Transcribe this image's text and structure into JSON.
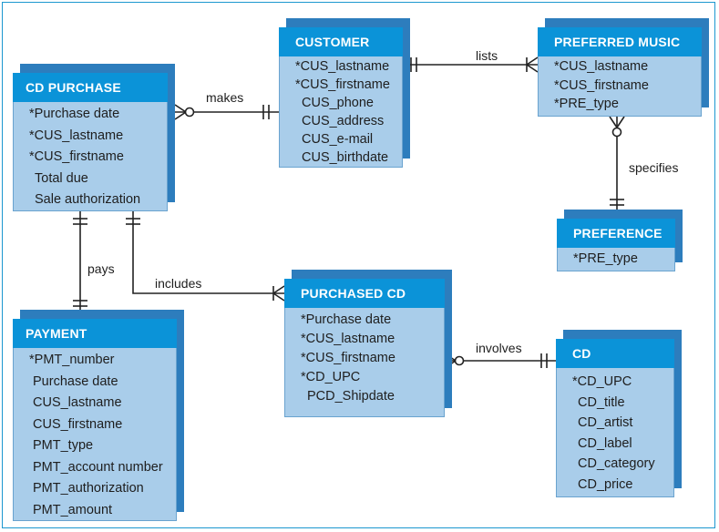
{
  "entities": {
    "cd_purchase": {
      "title": "CD PURCHASE",
      "attributes": [
        "*Purchase date",
        "*CUS_lastname",
        "*CUS_firstname",
        "Total due",
        "Sale authorization"
      ]
    },
    "customer": {
      "title": "CUSTOMER",
      "attributes": [
        "*CUS_lastname",
        "*CUS_firstname",
        "CUS_phone",
        "CUS_address",
        "CUS_e-mail",
        "CUS_birthdate"
      ]
    },
    "preferred_music": {
      "title": "PREFERRED MUSIC",
      "attributes": [
        "*CUS_lastname",
        "*CUS_firstname",
        "*PRE_type"
      ]
    },
    "preference": {
      "title": "PREFERENCE",
      "attributes": [
        "*PRE_type"
      ]
    },
    "payment": {
      "title": "PAYMENT",
      "attributes": [
        "*PMT_number",
        "Purchase date",
        "CUS_lastname",
        "CUS_firstname",
        "PMT_type",
        "PMT_account number",
        "PMT_authorization",
        "PMT_amount"
      ]
    },
    "purchased_cd": {
      "title": "PURCHASED CD",
      "attributes": [
        "*Purchase date",
        "*CUS_lastname",
        "*CUS_firstname",
        "*CD_UPC",
        "PCD_Shipdate"
      ]
    },
    "cd": {
      "title": "CD",
      "attributes": [
        "*CD_UPC",
        "CD_title",
        "CD_artist",
        "CD_label",
        "CD_category",
        "CD_price"
      ]
    }
  },
  "relationships": {
    "makes": "makes",
    "lists": "lists",
    "specifies": "specifies",
    "pays": "pays",
    "includes": "includes",
    "involves": "involves"
  },
  "colors": {
    "header": "#0b93d8",
    "body": "#a9cdea",
    "side": "#2d7dbd",
    "frame": "#1c97cf",
    "line": "#222222"
  }
}
